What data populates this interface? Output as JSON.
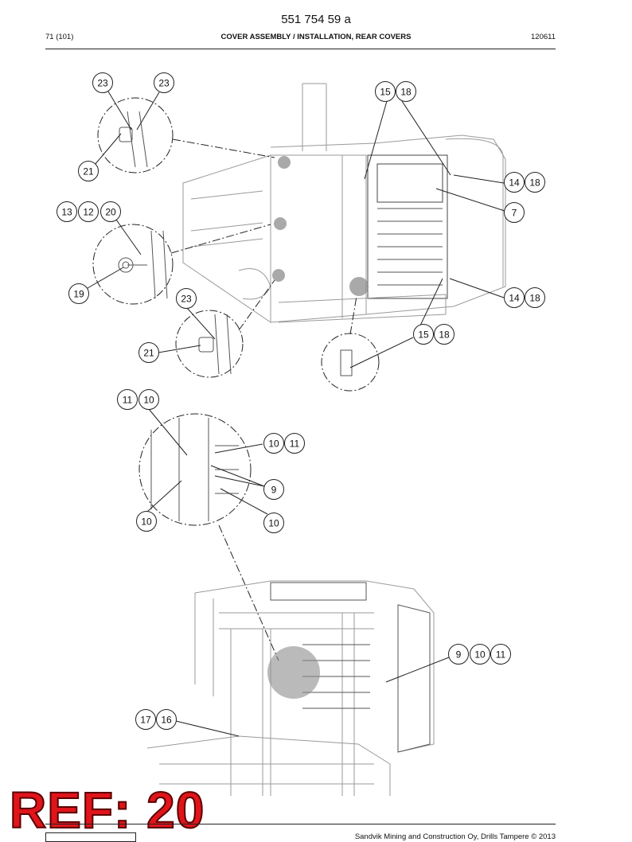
{
  "header": {
    "document_number": "551 754 59 a",
    "page_label": "71 (101)",
    "section_title": "COVER ASSEMBLY / INSTALLATION, REAR COVERS",
    "date_code": "120611"
  },
  "callouts": [
    "23",
    "23",
    "21",
    "15",
    "18",
    "14",
    "18",
    "7",
    "13",
    "12",
    "20",
    "19",
    "23",
    "14",
    "18",
    "15",
    "18",
    "21",
    "11",
    "10",
    "10",
    "11",
    "9",
    "10",
    "10",
    "9",
    "10",
    "11",
    "17",
    "16"
  ],
  "stamp": {
    "text": "REF: 20",
    "color": "#e0141b"
  },
  "footer": {
    "copyright": "Sandvik Mining and Construction Oy, Drills Tampere © 2013"
  },
  "colors": {
    "line": "#222222",
    "drawing": "#9a9a9a",
    "highlight": "#8c8c8c"
  }
}
